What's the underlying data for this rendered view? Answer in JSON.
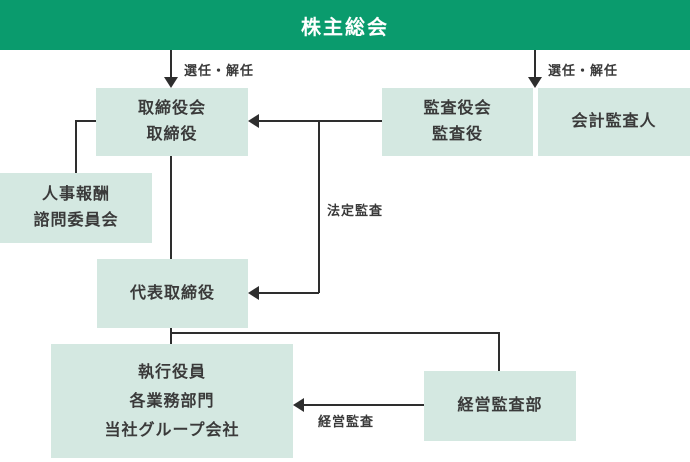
{
  "banner": {
    "title": "株主総会"
  },
  "colors": {
    "banner_bg": "#0a9b6d",
    "box_bg": "#d4e8e1",
    "line": "#2e2e2e",
    "text": "#3a3a3a"
  },
  "edge_labels": {
    "appoint_dismiss_left": "選任・解任",
    "appoint_dismiss_right": "選任・解任",
    "statutory_audit": "法定監査",
    "management_audit": "経営監査"
  },
  "boxes": {
    "board_of_directors": {
      "lines": [
        "取締役会",
        "取締役"
      ]
    },
    "audit_supervisory_board": {
      "lines": [
        "監査役会",
        "監査役"
      ]
    },
    "accounting_auditor": {
      "lines": [
        "会計監査人"
      ]
    },
    "hr_compensation_committee": {
      "lines": [
        "人事報酬",
        "諮問委員会"
      ]
    },
    "representative_director": {
      "lines": [
        "代表取締役"
      ]
    },
    "executive_divisions": {
      "lines": [
        "執行役員",
        "各業務部門",
        "当社グループ会社"
      ]
    },
    "management_audit_dept": {
      "lines": [
        "経営監査部"
      ]
    }
  }
}
